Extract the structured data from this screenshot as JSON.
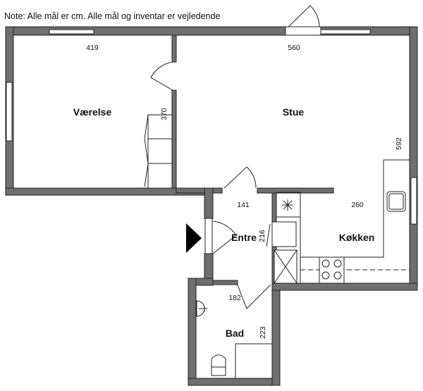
{
  "note": "Note: Alle mål er cm. Alle mål og inventar er vejledende",
  "rooms": [
    {
      "name": "Værelse",
      "dimensions": [
        "419",
        "370"
      ]
    },
    {
      "name": "Stue",
      "dimensions": [
        "560",
        "592"
      ]
    },
    {
      "name": "Entre",
      "dimensions": [
        "141",
        "216"
      ]
    },
    {
      "name": "Køkken",
      "dimensions": [
        "260"
      ]
    },
    {
      "name": "Bad",
      "dimensions": [
        "182",
        "223"
      ]
    }
  ],
  "colors": {
    "wall": "#6f6f6f",
    "line": "#222222"
  }
}
